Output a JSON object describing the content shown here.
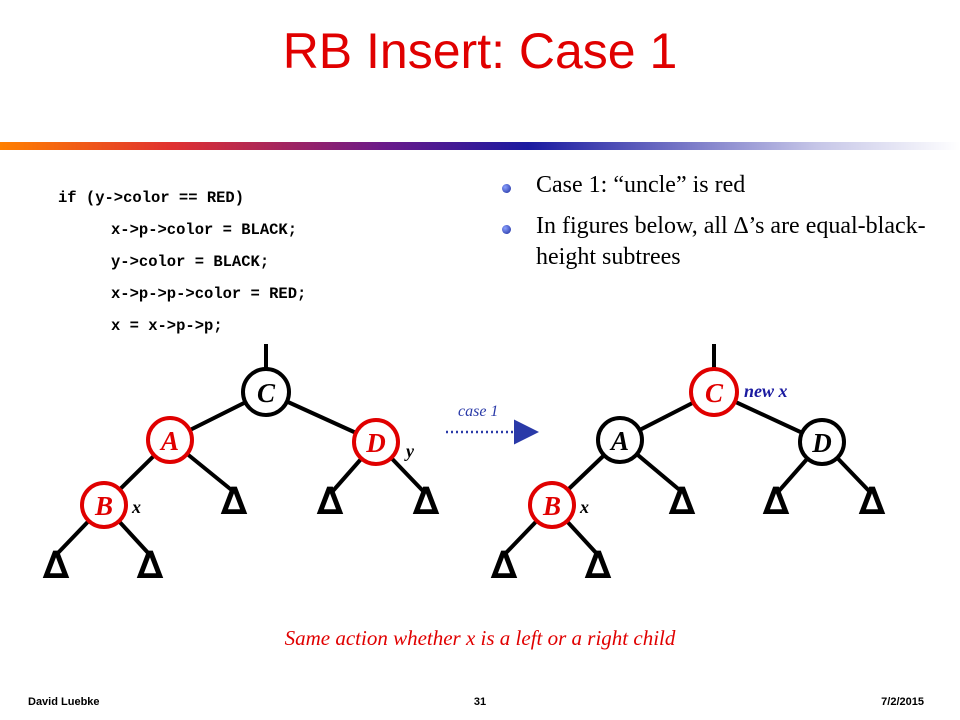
{
  "slide": {
    "title": "RB Insert: Case 1",
    "code": [
      "if (y->color == RED)",
      "x->p->color = BLACK;",
      "y->color = BLACK;",
      "x->p->p->color = RED;",
      "x = x->p->p;"
    ],
    "bullets": [
      "Case 1: “uncle” is red",
      "In figures below, all ∆’s are equal-black-height subtrees"
    ],
    "caption": "Same action whether x is a left or a right child",
    "footer": {
      "author": "David Luebke",
      "page": "31",
      "date": "7/2/2015"
    }
  },
  "diagram": {
    "left_tree": {
      "nodes": {
        "C": "C",
        "A": "A",
        "D": "D",
        "B": "B"
      },
      "annotations": {
        "x": "x",
        "y": "y"
      }
    },
    "transition_label": "case 1",
    "right_tree": {
      "nodes": {
        "C": "C",
        "A": "A",
        "D": "D",
        "B": "B"
      },
      "annotations": {
        "new_x": "new x",
        "x": "x"
      }
    },
    "delta_symbol": "∆",
    "colors": {
      "red": "#e00000",
      "black": "#000000",
      "arrow": "#2a3aa8"
    }
  }
}
